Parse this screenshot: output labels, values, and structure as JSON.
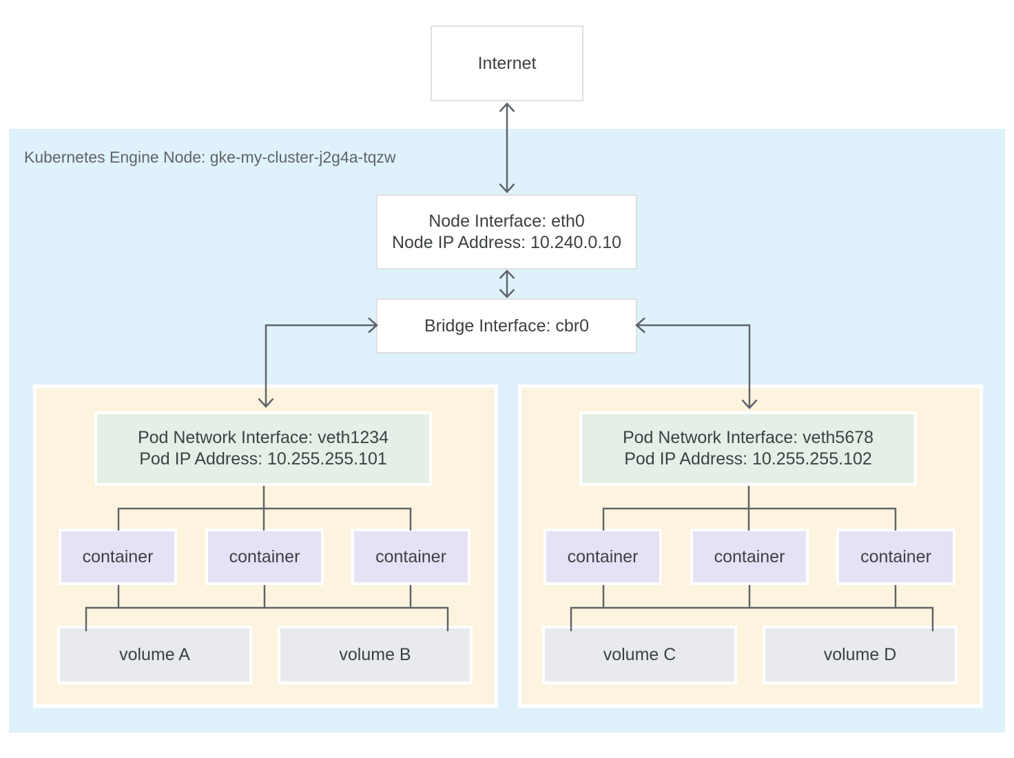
{
  "diagram": {
    "internet": {
      "label": "Internet"
    },
    "node_region": {
      "label": "Kubernetes Engine Node: gke-my-cluster-j2g4a-tqzw"
    },
    "node_interface": {
      "line1": "Node Interface: eth0",
      "line2": "Node IP Address: 10.240.0.10"
    },
    "bridge_interface": {
      "label": "Bridge Interface: cbr0"
    },
    "pods": [
      {
        "interface": {
          "line1": "Pod Network Interface: veth1234",
          "line2": "Pod IP Address: 10.255.255.101"
        },
        "containers": [
          "container",
          "container",
          "container"
        ],
        "volumes": [
          "volume A",
          "volume B"
        ]
      },
      {
        "interface": {
          "line1": "Pod Network Interface: veth5678",
          "line2": "Pod IP Address: 10.255.255.102"
        },
        "containers": [
          "container",
          "container",
          "container"
        ],
        "volumes": [
          "volume C",
          "volume D"
        ]
      }
    ],
    "colors": {
      "node_region_bg": "#DFF1FA",
      "pod_bg": "#FCF4DF",
      "pod_interface_bg": "#E4F0E7",
      "container_bg": "#E7E1F5",
      "volume_bg": "#E8EAED",
      "box_bg": "#FFFFFF",
      "box_border": "#DEE0E3",
      "connector": "#5F6368",
      "text": "#3C4043",
      "region_label_text": "#5F6368"
    }
  }
}
